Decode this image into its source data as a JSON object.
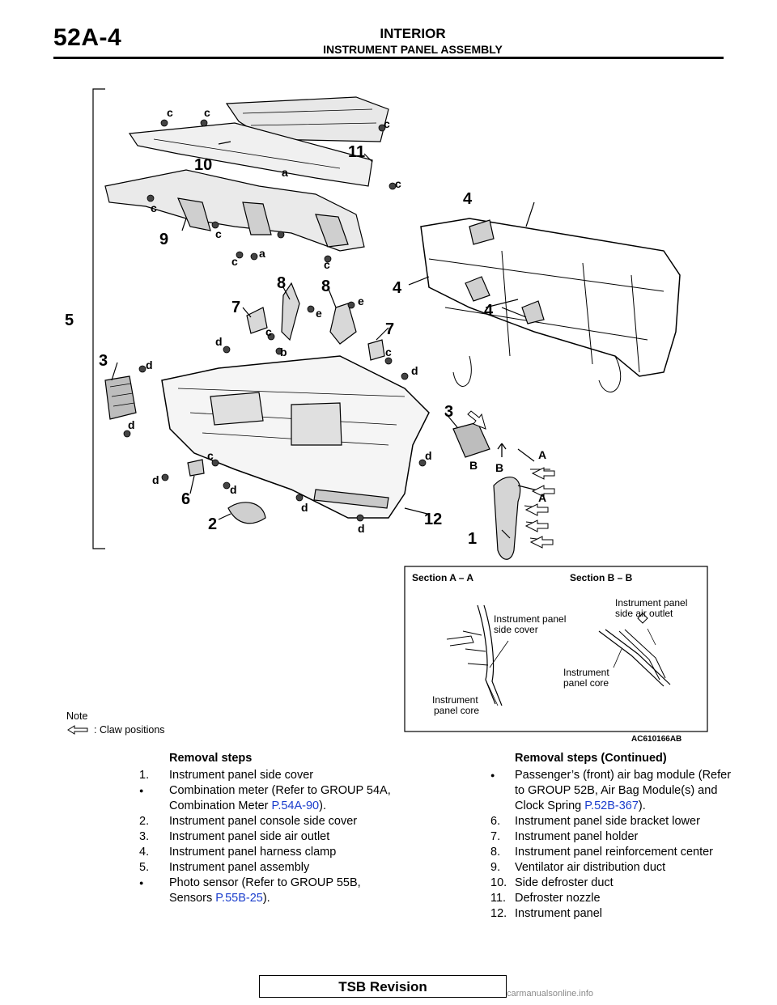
{
  "header": {
    "page_number": "52A-4",
    "title": "INTERIOR",
    "subtitle": "INSTRUMENT PANEL ASSEMBLY"
  },
  "figure": {
    "callouts": [
      "1",
      "2",
      "3",
      "4",
      "5",
      "6",
      "7",
      "8",
      "9",
      "10",
      "11",
      "12"
    ],
    "fastener_letters": [
      "a",
      "b",
      "c",
      "d",
      "e"
    ],
    "section_letters": [
      "A",
      "B"
    ],
    "section_a": {
      "title": "Section A – A",
      "label_side_cover": [
        "Instrument panel",
        "side cover"
      ],
      "label_core": [
        "Instrument",
        "panel core"
      ]
    },
    "section_b": {
      "title": "Section B – B",
      "label_air_outlet": [
        "Instrument panel",
        "side air outlet"
      ],
      "label_core": [
        "Instrument",
        "panel core"
      ]
    },
    "code": "AC610166AB"
  },
  "note": {
    "title": "Note",
    "legend": ": Claw positions"
  },
  "removal_steps": {
    "title": "Removal steps",
    "items": [
      {
        "marker": "1.",
        "text": "Instrument panel side cover"
      },
      {
        "marker": "•",
        "text": "Combination meter (Refer to GROUP 54A, Combination Meter ",
        "link": "P.54A-90",
        "tail": ")."
      },
      {
        "marker": "2.",
        "text": "Instrument panel console side cover"
      },
      {
        "marker": "3.",
        "text": "Instrument panel side air outlet"
      },
      {
        "marker": "4.",
        "text": "Instrument panel harness clamp"
      },
      {
        "marker": "5.",
        "text": "Instrument panel assembly"
      },
      {
        "marker": "•",
        "text": "Photo sensor (Refer to GROUP 55B, Sensors ",
        "link": "P.55B-25",
        "tail": ")."
      }
    ]
  },
  "removal_steps_cont": {
    "title": "Removal steps (Continued)",
    "items": [
      {
        "marker": "•",
        "text": "Passenger’s (front) air bag module (Refer to GROUP 52B, Air Bag Module(s) and Clock Spring ",
        "link": "P.52B-367",
        "tail": ")."
      },
      {
        "marker": "6.",
        "text": "Instrument panel side bracket lower"
      },
      {
        "marker": "7.",
        "text": "Instrument panel holder"
      },
      {
        "marker": "8.",
        "text": "Instrument panel reinforcement center"
      },
      {
        "marker": "9.",
        "text": "Ventilator air distribution duct"
      },
      {
        "marker": "10.",
        "text": "Side defroster duct"
      },
      {
        "marker": "11.",
        "text": "Defroster nozzle"
      },
      {
        "marker": "12.",
        "text": "Instrument panel"
      }
    ]
  },
  "footer": {
    "label": "TSB Revision"
  },
  "watermark": "carmanualsonline.info"
}
